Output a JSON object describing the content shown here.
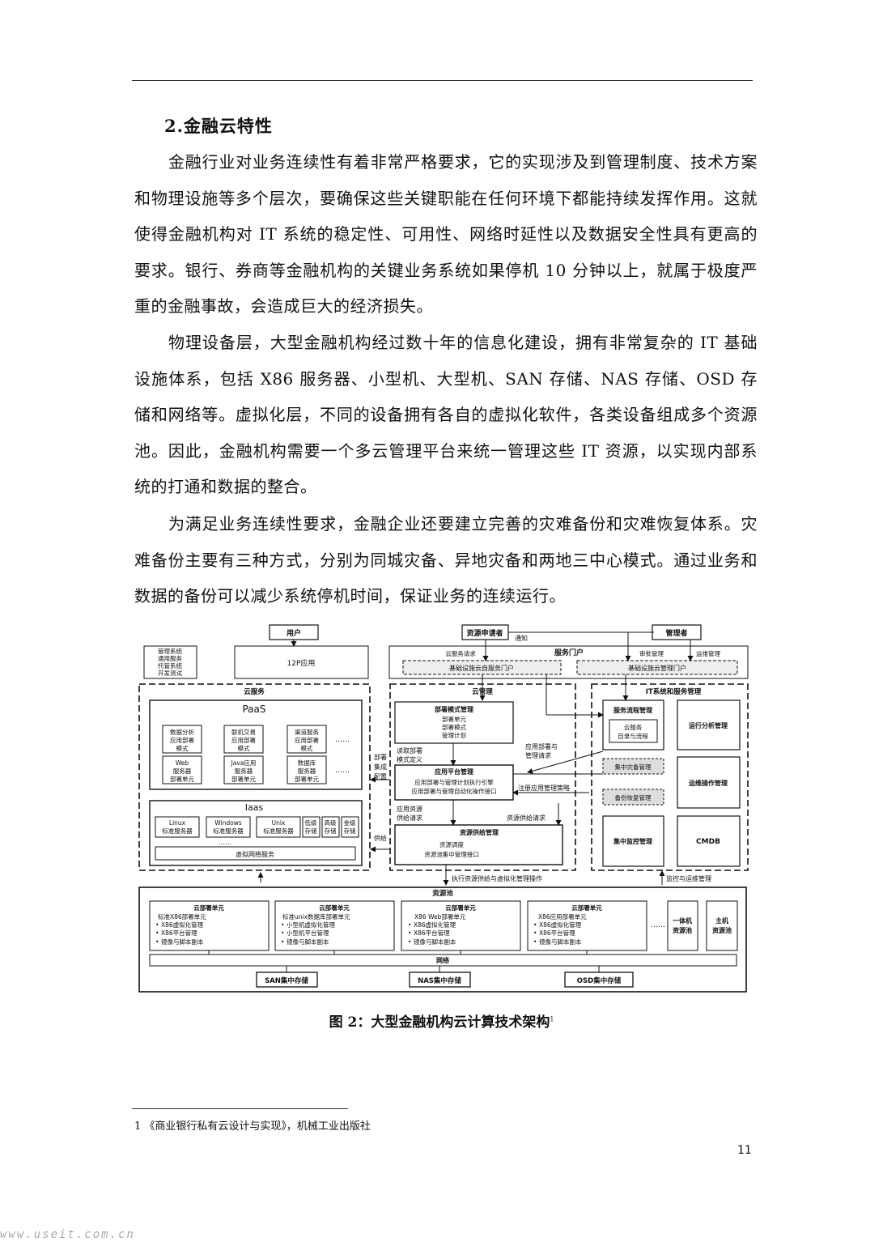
{
  "section_heading": "2.金融云特性",
  "paragraphs": [
    "金融行业对业务连续性有着非常严格要求，它的实现涉及到管理制度、技术方案和物理设施等多个层次，要确保这些关键职能在任何环境下都能持续发挥作用。这就使得金融机构对 IT 系统的稳定性、可用性、网络时延性以及数据安全性具有更高的要求。银行、券商等金融机构的关键业务系统如果停机 10 分钟以上，就属于极度严重的金融事故，会造成巨大的经济损失。",
    "物理设备层，大型金融机构经过数十年的信息化建设，拥有非常复杂的 IT 基础设施体系，包括 X86 服务器、小型机、大型机、SAN 存储、NAS 存储、OSD 存储和网络等。虚拟化层，不同的设备拥有各自的虚拟化软件，各类设备组成多个资源池。因此，金融机构需要一个多云管理平台来统一管理这些 IT 资源，以实现内部系统的打通和数据的整合。",
    "为满足业务连续性要求，金融企业还要建立完善的灾难备份和灾难恢复体系。灾难备份主要有三种方式，分别为同城灾备、异地灾备和两地三中心模式。通过业务和数据的备份可以减少系统停机时间，保证业务的连续运行。"
  ],
  "figure": {
    "user": "用户",
    "applicant": "资源申请者",
    "admin": "管理者",
    "notify": "通知",
    "left_stack": [
      "管理系统",
      "通用服务",
      "托管系统",
      "开发测试"
    ],
    "app_12p": "12P应用",
    "service_portal": "服务门户",
    "cloud_service_request": "云服务请求",
    "approval_mgmt": "审批管理",
    "ops_mgmt": "运维管理",
    "infra_self_portal": "基础设施云自服务门户",
    "infra_mgmt_portal": "基础设施云管理门户",
    "cloud_services": "云服务",
    "paas": "PaaS",
    "paas_items": [
      [
        "数据分析",
        "应用部署",
        "模式"
      ],
      [
        "联机交易",
        "应用部署",
        "模式"
      ],
      [
        "渠道服务",
        "应用部署",
        "模式"
      ],
      [
        "Web",
        "服务器",
        "部署单元"
      ],
      [
        "Java应用",
        "服务器",
        "部署单元"
      ],
      [
        "数据库",
        "服务器",
        "部署单元"
      ]
    ],
    "ellipsis": "……",
    "iaas": "Iaas",
    "iaas_items": [
      [
        "Linux",
        "标准服务器"
      ],
      [
        "Windows",
        "标准服务器"
      ],
      [
        "Unix",
        "标准服务器"
      ]
    ],
    "storage_items": [
      [
        "低级",
        "存储"
      ],
      [
        "高级",
        "存储"
      ],
      [
        "金级",
        "存储"
      ]
    ],
    "virtual_network": "虚拟网络服务",
    "cloud_mgmt": "云管理",
    "deploy_mode_mgmt": "部署模式管理",
    "deploy_mode_items": [
      "部署单元",
      "部署模式",
      "管理计划"
    ],
    "read_deploy": [
      "读取部署",
      "模式定义"
    ],
    "deploy_config": [
      "部署",
      "集成",
      "配置"
    ],
    "app_platform_mgmt": "应用平台管理",
    "app_platform_items": [
      "应用部署与管理计划执行引擎",
      "应用部署与管理自动化操作接口"
    ],
    "app_deploy_request": [
      "应用部署与",
      "管理请求"
    ],
    "register_app": "注册应用管理策略",
    "app_resource_request": [
      "应用资源",
      "供给请求"
    ],
    "resource_supply_request": "资源供给请求",
    "supply": "供给",
    "resource_supply_mgmt": "资源供给管理",
    "resource_supply_items": [
      "资源调度",
      "资源池集中管理接口"
    ],
    "it_service_mgmt": "IT系统和服务管理",
    "service_process_mgmt": "服务流程管理",
    "cloud_service_catalog": [
      "云服务",
      "目录与流程"
    ],
    "ops_analysis": "运行分析管理",
    "dr_mgmt": "集中灾备管理",
    "backup_mgmt": "备份恢复管理",
    "ops_operation": "运维操作管理",
    "monitor_mgmt": "集中监控管理",
    "cmdb": "CMDB",
    "exec_label": "执行资源供给与虚拟化管理操作",
    "monitor_label": "监控与运维管理",
    "resource_pool": "资源池",
    "deploy_units": [
      {
        "title": "云部署单元",
        "sub": "标准X86部署单元",
        "items": [
          "X86虚拟化管理",
          "X86平台管理",
          "镜像与脚本副本"
        ]
      },
      {
        "title": "云部署单元",
        "sub": "标准unix数据库部署单元",
        "items": [
          "小型机虚拟化管理",
          "小型机平台管理",
          "镜像与脚本副本"
        ]
      },
      {
        "title": "云部署单元",
        "sub": "X86 Web部署单元",
        "items": [
          "X86虚拟化管理",
          "X86平台管理",
          "镜像与脚本副本"
        ]
      },
      {
        "title": "云部署单元",
        "sub": "X86应用部署单元",
        "items": [
          "X86虚拟化管理",
          "X86平台管理",
          "镜像与脚本副本"
        ]
      }
    ],
    "all_in_one": [
      "一体机",
      "资源池"
    ],
    "mainframe": [
      "主机",
      "资源池"
    ],
    "network": "网络",
    "storages": [
      "SAN集中存储",
      "NAS集中存储",
      "OSD集中存储"
    ]
  },
  "caption": "图 2：大型金融机构云计算技术架构",
  "caption_ref": "1",
  "footnote": "1 《商业银行私有云设计与实现》，机械工业出版社",
  "page_number": "11",
  "watermark": "www.useit.com.cn"
}
